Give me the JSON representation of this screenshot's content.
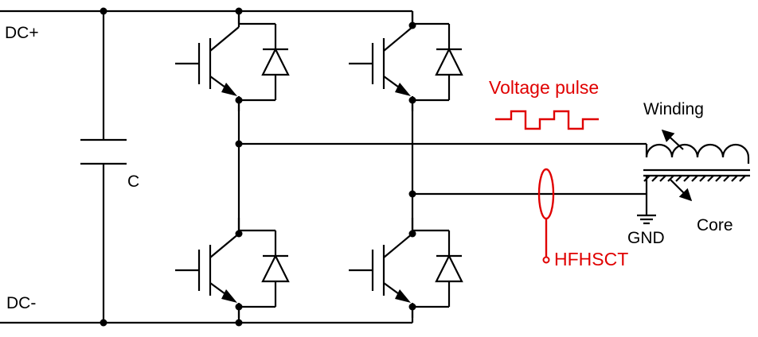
{
  "labels": {
    "dc_plus": "DC+",
    "dc_minus": "DC-",
    "capacitor": "C",
    "voltage_pulse": "Voltage pulse",
    "winding": "Winding",
    "core": "Core",
    "gnd": "GND",
    "sensor": "HFHSCT"
  },
  "colors": {
    "wire": "#000000",
    "highlight": "#e00000"
  }
}
